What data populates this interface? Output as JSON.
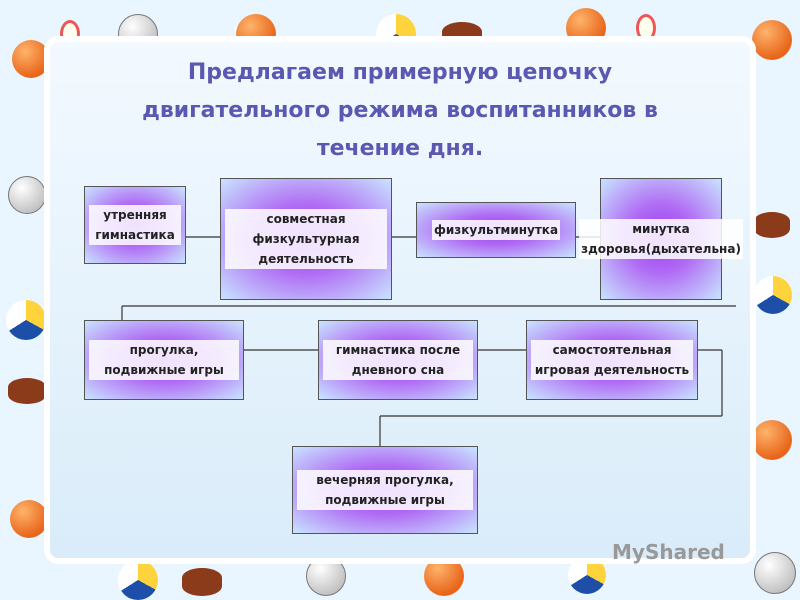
{
  "title": "Предлагаем примерную цепочку двигательного режима воспитанников в течение дня.",
  "nodes": {
    "morning": "утренняя гимнастика",
    "joint": "совместная физкультурная деятельность",
    "minute": "физкультминутка",
    "health": "минутка здоровья(дыхательна)",
    "walk": "прогулка, подвижные игры",
    "afternap": "гимнастика после дневного сна",
    "selfplay": "самостоятельная игровая деятельность",
    "evening": "вечерняя прогулка, подвижные игры"
  },
  "watermark": "MyShared",
  "colors": {
    "title": "#5a58b0",
    "box_inner": "#9b3cf0",
    "box_outer": "#c8e4ff",
    "line": "#333333"
  }
}
